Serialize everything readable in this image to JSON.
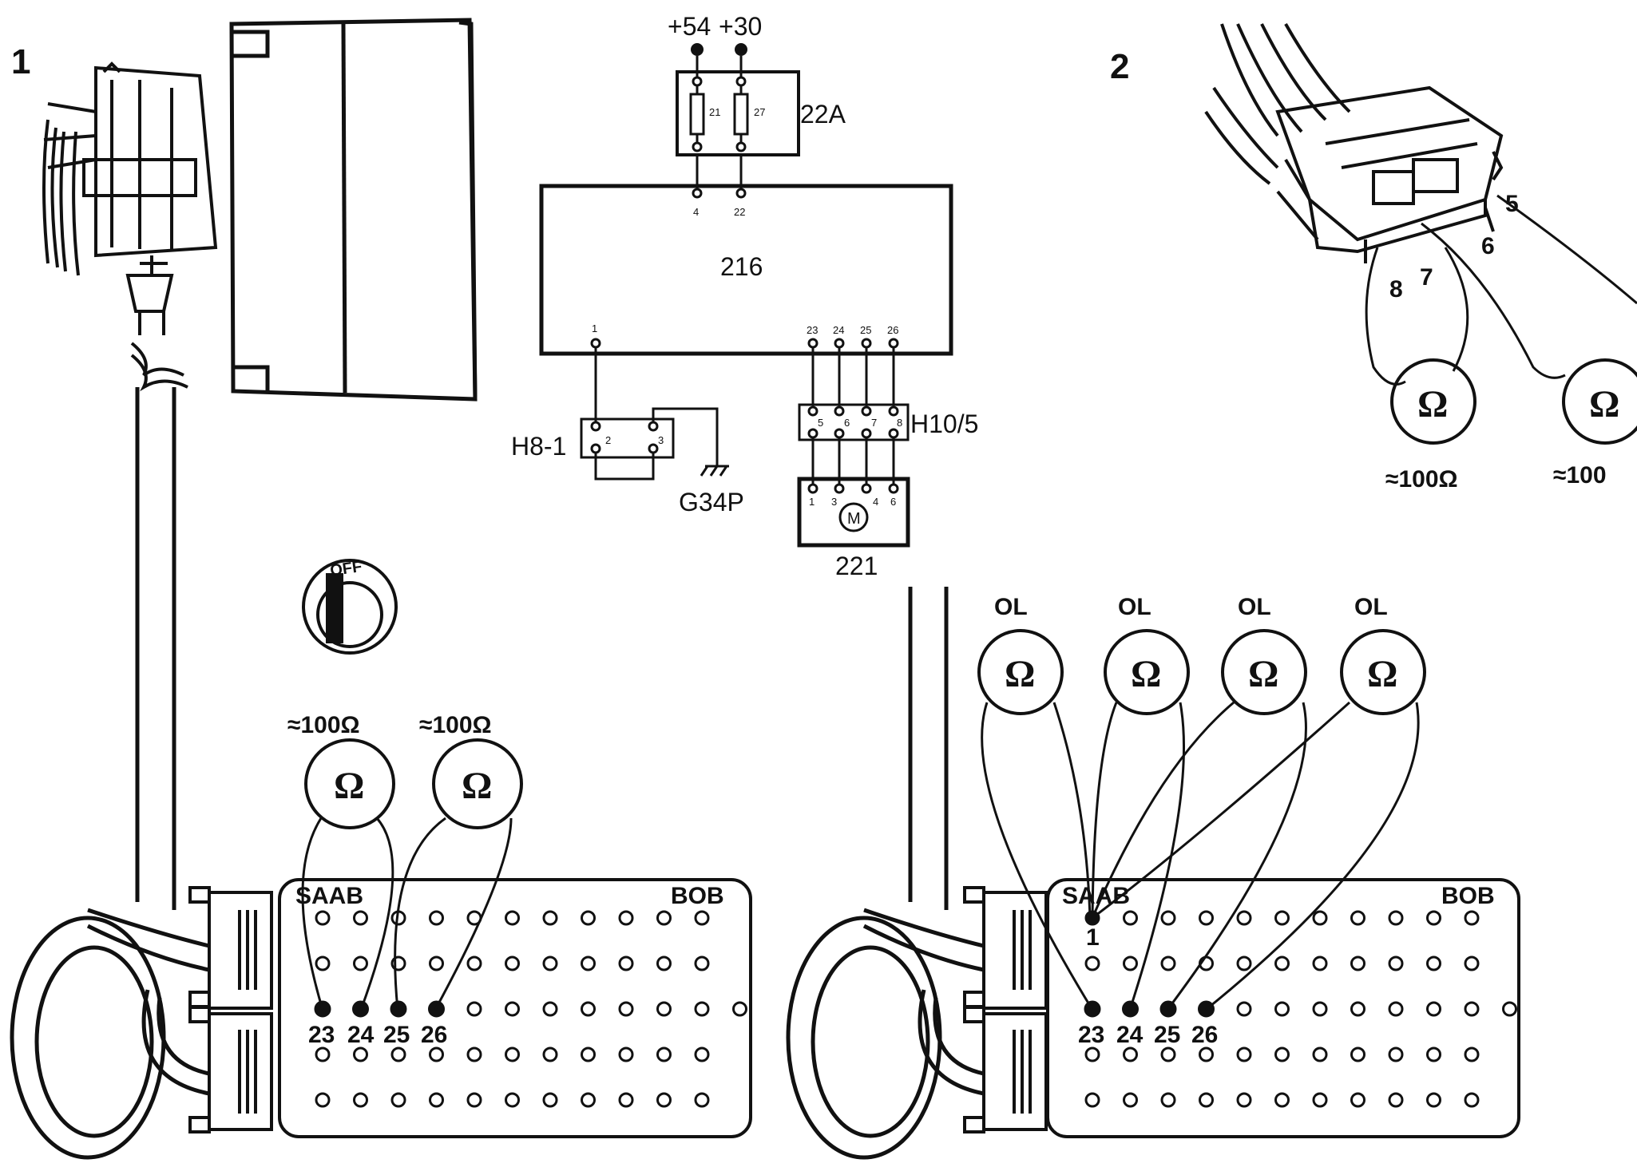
{
  "panel_numbers": {
    "p1": "1",
    "p2": "2"
  },
  "schematic": {
    "supply_left": "+54",
    "supply_right": "+30",
    "fuse_box": "22A",
    "fuse_a": "21",
    "fuse_b": "27",
    "ecu": "216",
    "ecu_pin_4": "4",
    "ecu_pin_22": "22",
    "ecu_pin_1": "1",
    "ecu_pins_bottom": [
      "23",
      "24",
      "25",
      "26"
    ],
    "left_connector": "H8-1",
    "left_connector_pins": [
      "2",
      "3"
    ],
    "ground": "G34P",
    "right_connector": "H10/5",
    "right_connector_pins": [
      "5",
      "6",
      "7",
      "8"
    ],
    "motor_box": "221",
    "motor_pins": [
      "1",
      "3",
      "4",
      "6"
    ],
    "motor_symbol": "M"
  },
  "ignition_switch": {
    "label": "OFF"
  },
  "ohm_symbol": "Ω",
  "panel1_readings": [
    "≈100Ω",
    "≈100Ω"
  ],
  "panel2_connector_pins": [
    "5",
    "6",
    "7",
    "8"
  ],
  "panel2_readings": [
    "≈100Ω",
    "≈100"
  ],
  "bob_left": {
    "brand": "SAAB",
    "name": "BOB",
    "pins": [
      "23",
      "24",
      "25",
      "26"
    ]
  },
  "bob_right": {
    "brand": "SAAB",
    "name": "BOB",
    "pin_top": "1",
    "pins": [
      "23",
      "24",
      "25",
      "26"
    ]
  },
  "ol_readings": [
    "OL",
    "OL",
    "OL",
    "OL"
  ]
}
